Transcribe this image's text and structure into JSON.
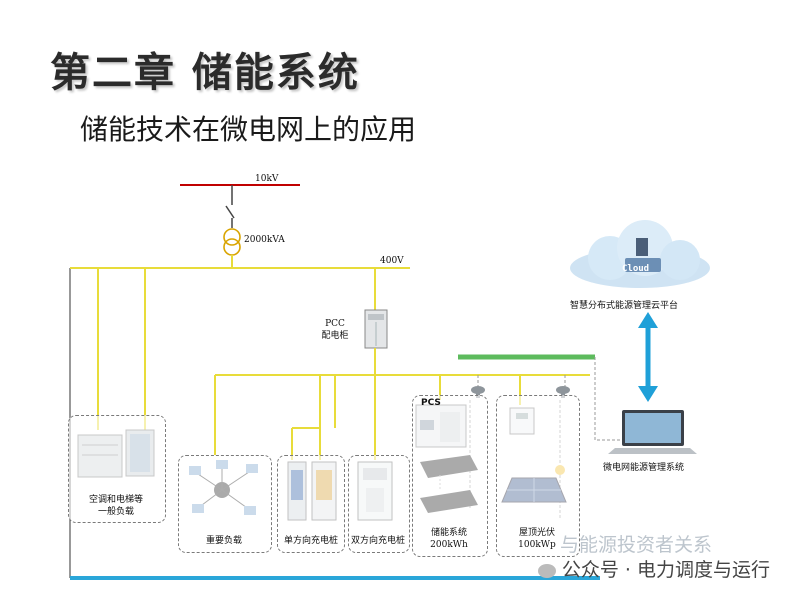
{
  "title": "第二章  储能系统",
  "subtitle": "储能技术在微电网上的应用",
  "diagram": {
    "grid_10kv": "10kV",
    "transformer": "2000kVA",
    "bus_400v": "400V",
    "pcc_line1": "PCC",
    "pcc_line2": "配电柜",
    "cloud_text": "Cloud",
    "cloud_caption": "智慧分布式能源管理云平台",
    "ems_caption": "微电网能源管理系统",
    "pcs_label": "PCS",
    "load_general_line1": "空调和电梯等",
    "load_general_line2": "一般负载",
    "load_important": "重要负载",
    "charger_single": "单方向充电桩",
    "charger_bidir": "双方向充电桩",
    "storage_line1": "储能系统",
    "storage_line2": "200kWh",
    "pv_line1": "屋顶光伏",
    "pv_line2": "100kWp"
  },
  "watermark": "公众号 · 电力调度与运行",
  "watermark_faint": "与能源投资者关系",
  "colors": {
    "grid_line": "#c00000",
    "bus_line": "#e8dc3a",
    "comm_line": "#5dbb5d",
    "accent_arrow": "#1fa0d8",
    "frame_blue": "#2aa6d9"
  }
}
